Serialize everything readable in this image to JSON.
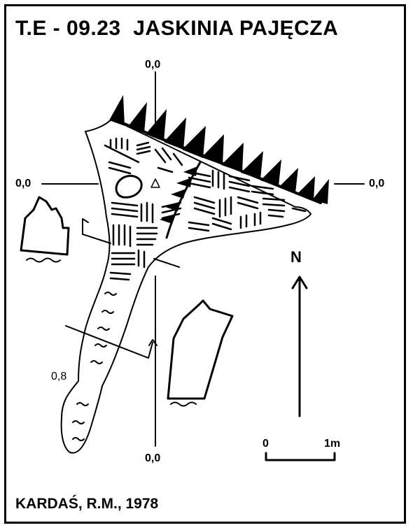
{
  "title": "T.E - 09.23  JASKINIA PAJĘCZA",
  "author": "KARDAŚ, R.M., 1978",
  "labels": {
    "top": "0,0",
    "left": "0,0",
    "right": "0,0",
    "bottom": "0,0",
    "depth": "0,8"
  },
  "north": "N",
  "scale": {
    "start": "0",
    "end": "1m"
  }
}
